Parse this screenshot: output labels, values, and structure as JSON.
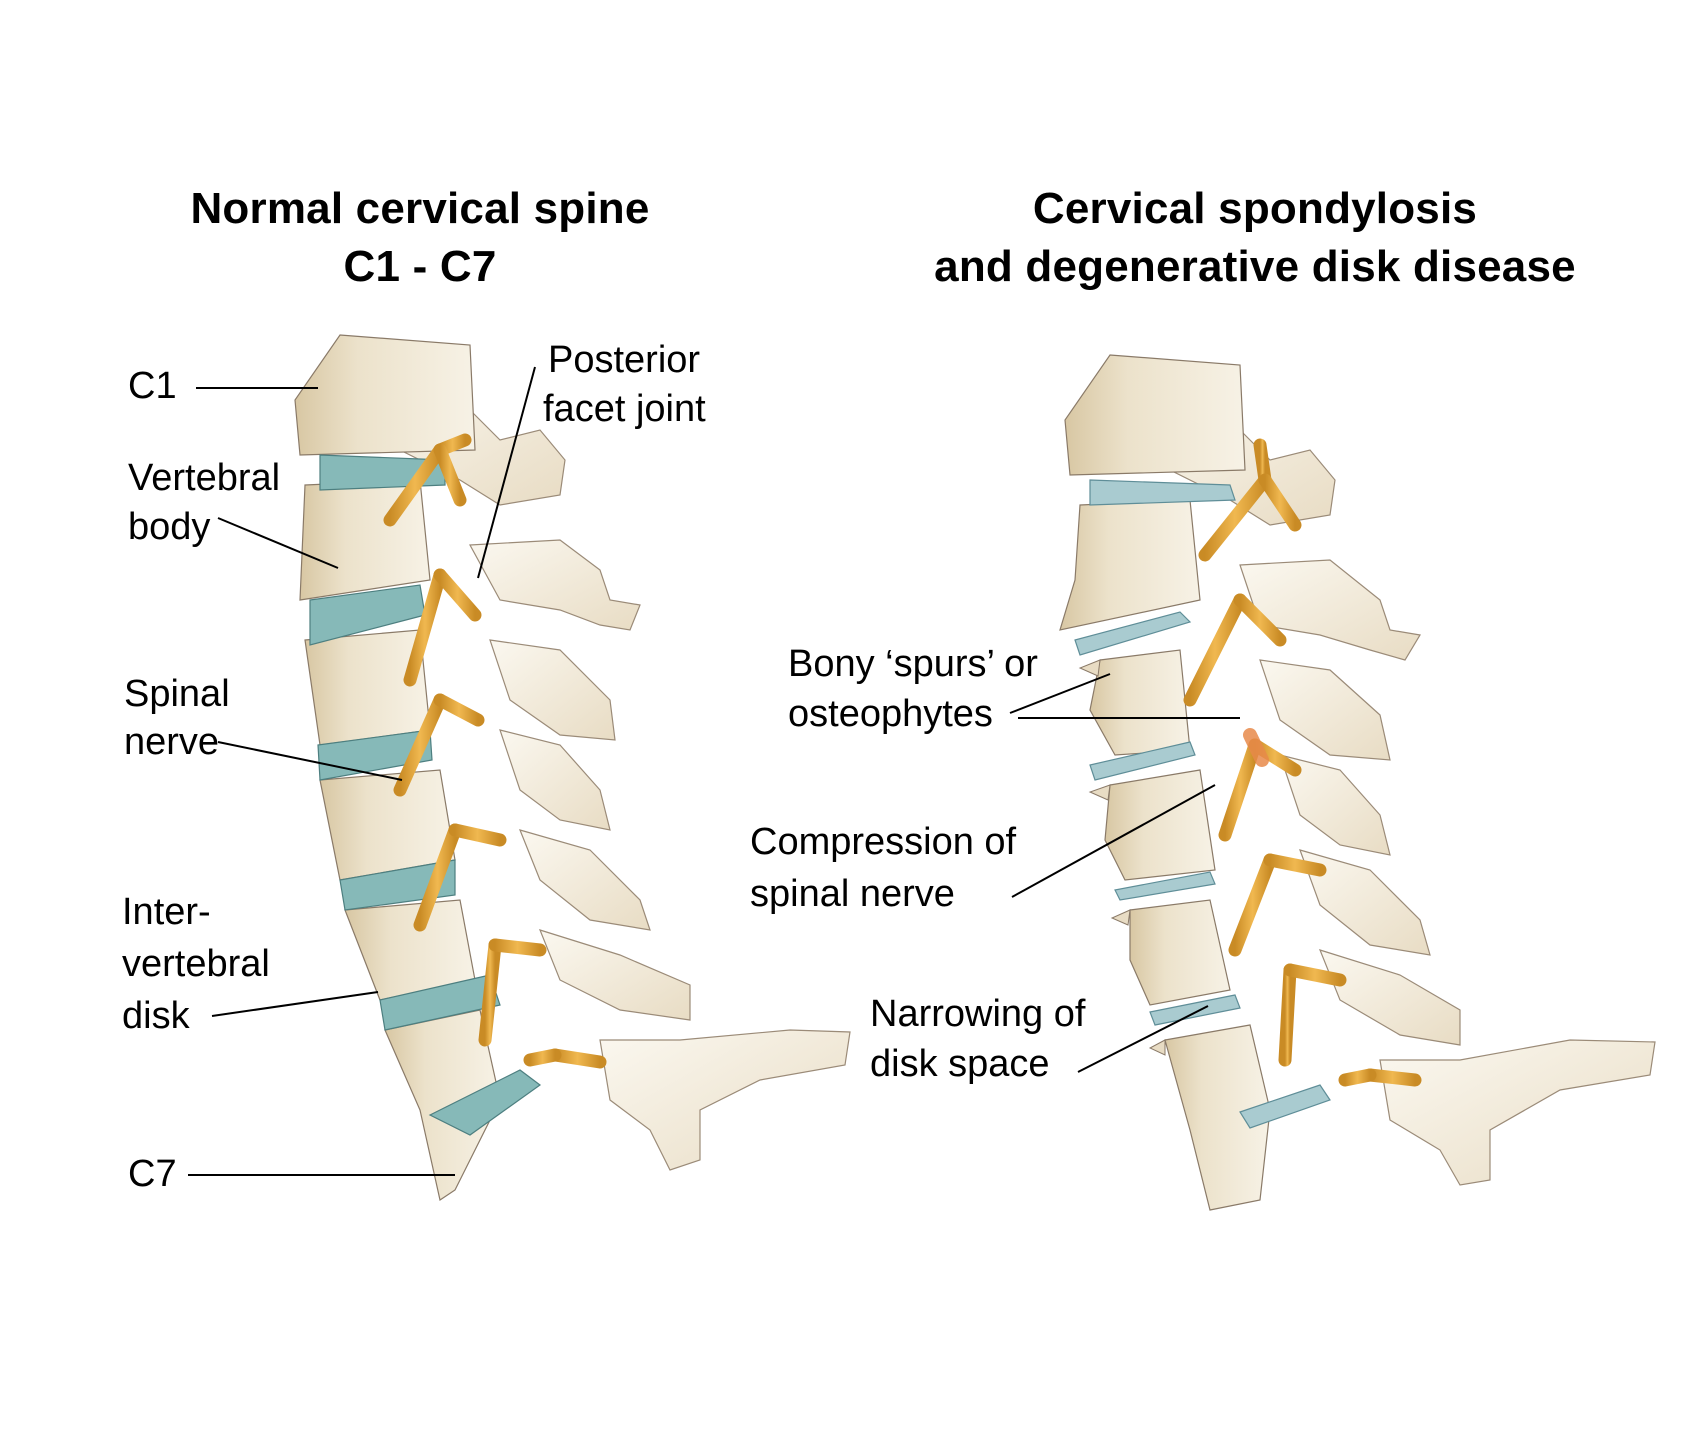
{
  "panels": {
    "left": {
      "title_line1": "Normal cervical spine",
      "title_line2": "C1 - C7",
      "labels": {
        "c1": "C1",
        "vertebral_body_1": "Vertebral",
        "vertebral_body_2": "body",
        "posterior_facet_1": "Posterior",
        "posterior_facet_2": "facet joint",
        "spinal_nerve_1": "Spinal",
        "spinal_nerve_2": "nerve",
        "disk_1": "Inter-",
        "disk_2": "vertebral",
        "disk_3": "disk",
        "c7": "C7"
      }
    },
    "right": {
      "title_line1": "Cervical spondylosis",
      "title_line2": "and degenerative disk disease",
      "labels": {
        "spurs_1": "Bony ‘spurs’ or",
        "spurs_2": "osteophytes",
        "compression_1": "Compression of",
        "compression_2": "spinal nerve",
        "narrowing_1": "Narrowing of",
        "narrowing_2": "disk space"
      }
    }
  },
  "colors": {
    "bone": "#f3ecdc",
    "bone_shadow": "#d9c9a6",
    "bone_outline": "#8a7a68",
    "disk_normal": "#7fb3b3",
    "disk_degenerated": "#a9c9cf",
    "nerve": "#e0a63a",
    "nerve_compressed": "#e88a4a",
    "leader_line": "#000000"
  }
}
